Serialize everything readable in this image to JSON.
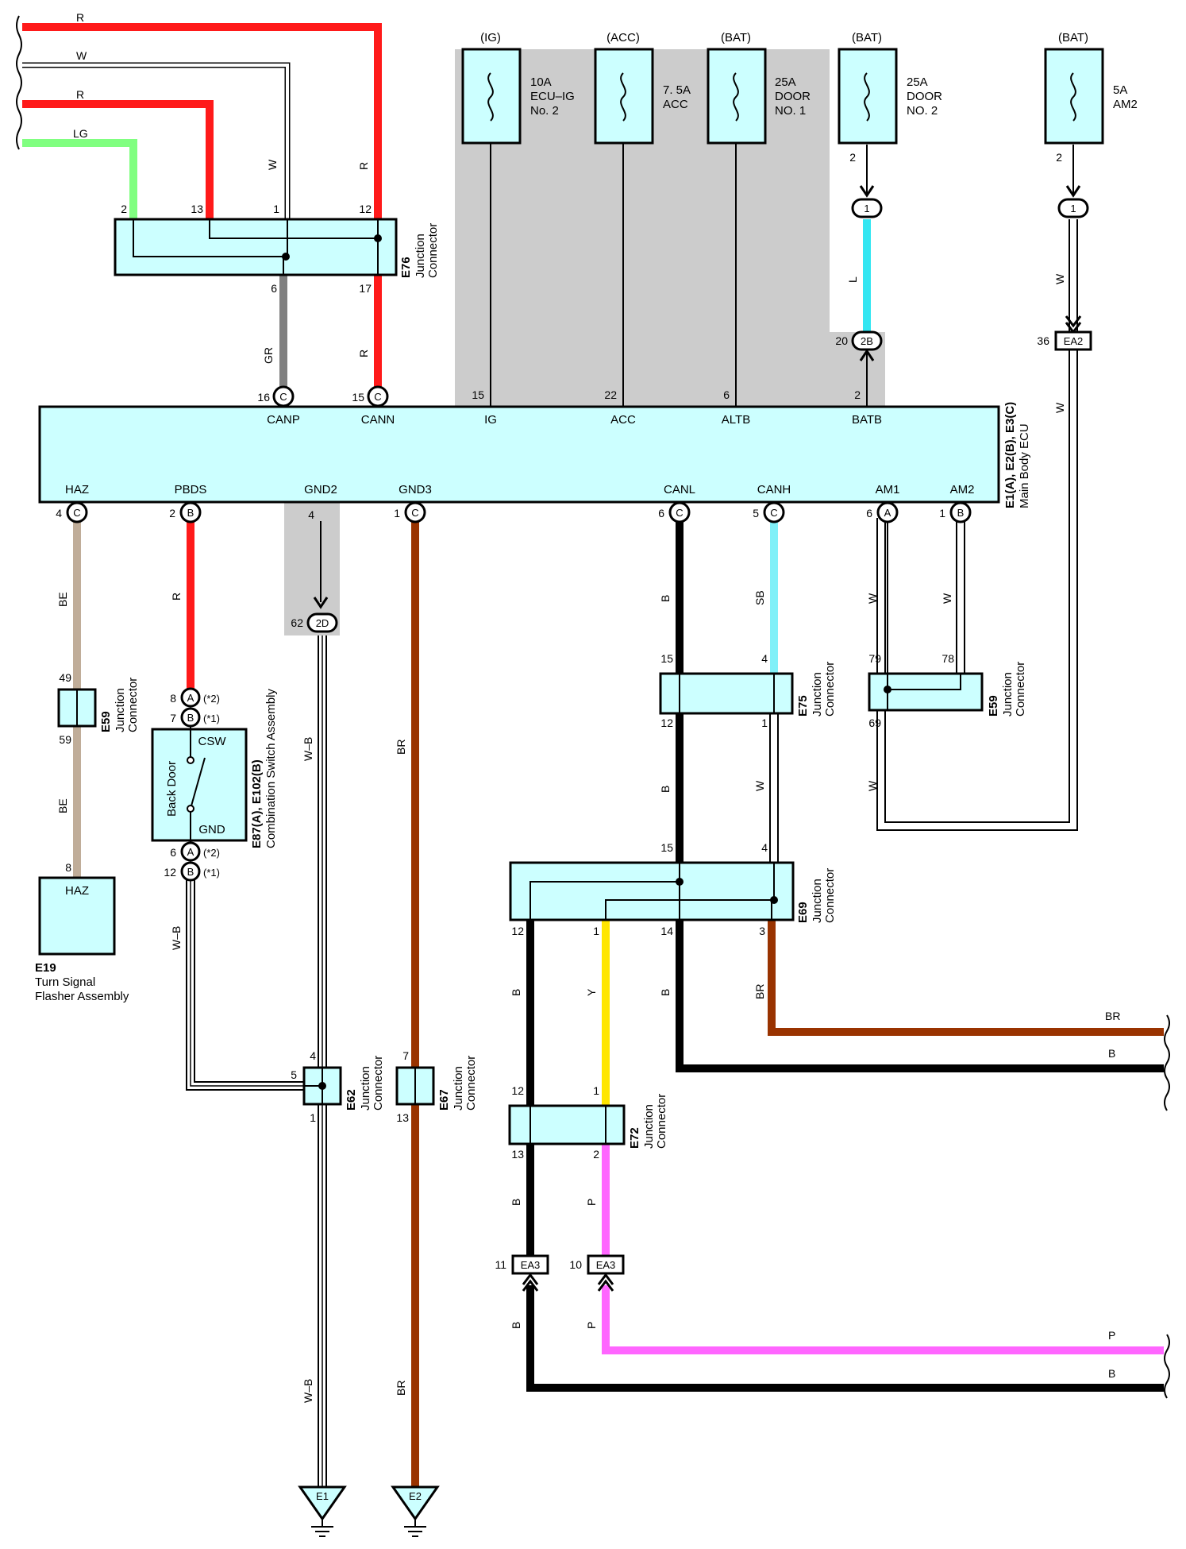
{
  "colors": {
    "R": "#ff1a1a",
    "W": "#ffffff",
    "LG": "#80ff80",
    "GR": "#808080",
    "L": "#33e6f2",
    "BE": "#c0ad99",
    "BR": "#993300",
    "B": "#000000",
    "SB": "#80f0f8",
    "Y": "#ffe600",
    "P": "#ff66ff",
    "connector_fill": "#ccffff",
    "shade": "#cccccc"
  },
  "ecu": {
    "name": "Main Body ECU",
    "code": "E1(A), E2(B), E3(C)",
    "top_pins": [
      {
        "num": "16",
        "conn": "C",
        "name": "CANP"
      },
      {
        "num": "15",
        "conn": "C",
        "name": "CANN"
      },
      {
        "num": "15",
        "conn": "",
        "name": "IG"
      },
      {
        "num": "22",
        "conn": "",
        "name": "ACC"
      },
      {
        "num": "6",
        "conn": "",
        "name": "ALTB"
      },
      {
        "num": "2",
        "conn": "",
        "name": "BATB"
      }
    ],
    "bottom_pins": [
      {
        "num": "4",
        "conn": "C",
        "name": "HAZ"
      },
      {
        "num": "2",
        "conn": "B",
        "name": "PBDS"
      },
      {
        "num": "4",
        "conn": "",
        "name": "GND2"
      },
      {
        "num": "1",
        "conn": "C",
        "name": "GND3"
      },
      {
        "num": "6",
        "conn": "C",
        "name": "CANL"
      },
      {
        "num": "5",
        "conn": "C",
        "name": "CANH"
      },
      {
        "num": "6",
        "conn": "A",
        "name": "AM1"
      },
      {
        "num": "1",
        "conn": "B",
        "name": "AM2"
      }
    ]
  },
  "fuses": [
    {
      "source": "(IG)",
      "rating": "10A",
      "name1": "ECU–IG",
      "name2": "No. 2"
    },
    {
      "source": "(ACC)",
      "rating": "7. 5A",
      "name1": "ACC",
      "name2": ""
    },
    {
      "source": "(BAT)",
      "rating": "25A",
      "name1": "DOOR",
      "name2": "NO. 1"
    },
    {
      "source": "(BAT)",
      "rating": "25A",
      "name1": "DOOR",
      "name2": "NO. 2"
    },
    {
      "source": "(BAT)",
      "rating": "5A",
      "name1": "AM2",
      "name2": ""
    }
  ],
  "fuse_pins": {
    "door2": "2",
    "am2": "2",
    "door2_plug": "1",
    "am2_plug": "1"
  },
  "inline": {
    "twoB": {
      "label": "2B",
      "pin": "20"
    },
    "ea2": {
      "label": "EA2",
      "pin": "36"
    },
    "twoD": {
      "label": "2D",
      "pin": "62"
    },
    "ea3a": {
      "label": "EA3",
      "pin": "11"
    },
    "ea3b": {
      "label": "EA3",
      "pin": "10"
    }
  },
  "left_wires": [
    {
      "color": "R",
      "label": "R"
    },
    {
      "color": "W",
      "label": "W"
    },
    {
      "color": "R",
      "label": "R"
    },
    {
      "color": "LG",
      "label": "LG"
    }
  ],
  "junctions": {
    "e76": {
      "code": "E76",
      "name1": "Junction",
      "name2": "Connector",
      "pins": [
        "2",
        "13",
        "1",
        "12",
        "6",
        "17"
      ]
    },
    "e59a": {
      "code": "E59",
      "name1": "Junction",
      "name2": "Connector",
      "pins": [
        "49",
        "59"
      ]
    },
    "e75": {
      "code": "E75",
      "name1": "Junction",
      "name2": "Connector",
      "pins": [
        "15",
        "4",
        "12",
        "1"
      ]
    },
    "e59b": {
      "code": "E59",
      "name1": "Junction",
      "name2": "Connector",
      "pins": [
        "79",
        "78",
        "69"
      ]
    },
    "e69": {
      "code": "E69",
      "name1": "Junction",
      "name2": "Connector",
      "pins": [
        "15",
        "4",
        "12",
        "1",
        "14",
        "3"
      ]
    },
    "e62": {
      "code": "E62",
      "name1": "Junction",
      "name2": "Connector",
      "pins": [
        "4",
        "5",
        "1"
      ]
    },
    "e67": {
      "code": "E67",
      "name1": "Junction",
      "name2": "Connector",
      "pins": [
        "7",
        "13"
      ]
    },
    "e72": {
      "code": "E72",
      "name1": "Junction",
      "name2": "Connector",
      "pins": [
        "12",
        "1",
        "13",
        "2"
      ]
    }
  },
  "switch": {
    "code": "E87(A), E102(B)",
    "name": "Combination Switch Assembly",
    "csw": "CSW",
    "gnd": "GND",
    "inner": "Back Door",
    "top_pins": [
      {
        "num": "8",
        "conn": "A",
        "note": "(*2)"
      },
      {
        "num": "7",
        "conn": "B",
        "note": "(*1)"
      }
    ],
    "bottom_pins": [
      {
        "num": "6",
        "conn": "A",
        "note": "(*2)"
      },
      {
        "num": "12",
        "conn": "B",
        "note": "(*1)"
      }
    ]
  },
  "flasher": {
    "code": "E19",
    "name1": "Turn Signal",
    "name2": "Flasher Assembly",
    "pin_name": "HAZ",
    "pin": "8"
  },
  "grounds": [
    "E1",
    "E2"
  ],
  "wire_labels": {
    "w_e76_1": "W",
    "r_e76_12": "R",
    "gr": "GR",
    "r_cann": "R",
    "l": "L",
    "w_am2a": "W",
    "w_am2b": "W",
    "be_top": "BE",
    "be_bot": "BE",
    "r_pbds": "R",
    "wb_gnd2": "W–B",
    "wb_low": "W–B",
    "wb_sw": "W–B",
    "br_gnd3": "BR",
    "br_low": "BR",
    "b_canl": "B",
    "sb_canh": "SB",
    "w_am1": "W",
    "w_am2_e59": "W",
    "b_mid": "B",
    "w_mid": "W",
    "w_lower": "W",
    "b_e69_12": "B",
    "y": "Y",
    "b_e69_14": "B",
    "br_e69": "BR",
    "br_right": "BR",
    "b_right": "B",
    "b_e72": "B",
    "p_e72": "P",
    "b_ea3": "B",
    "p_ea3": "P",
    "p_right": "P",
    "b_right2": "B"
  }
}
